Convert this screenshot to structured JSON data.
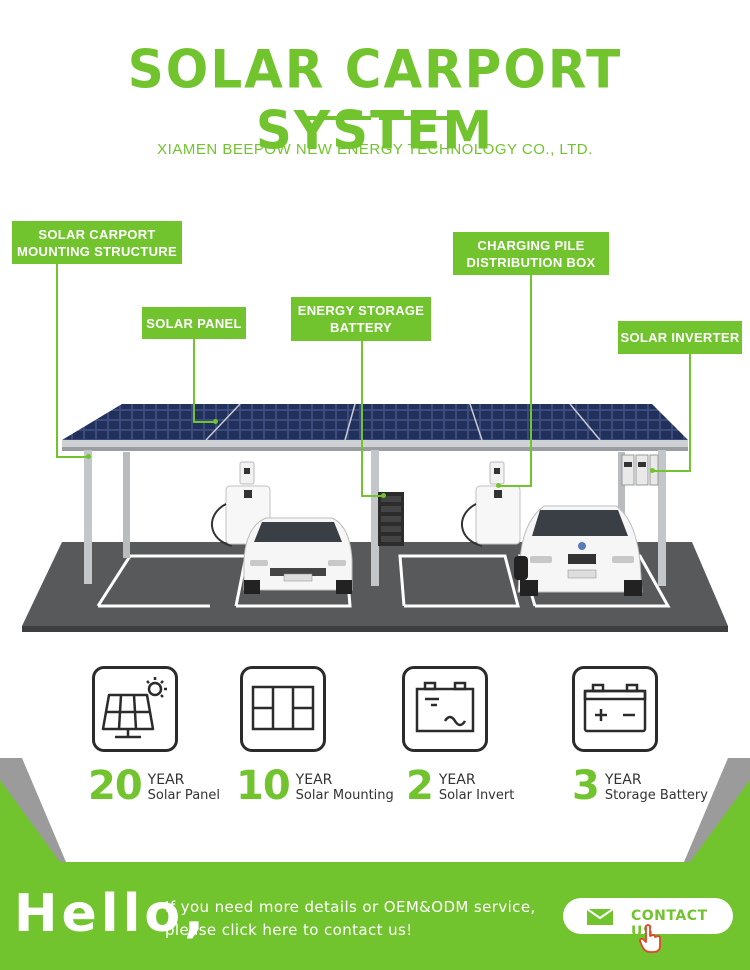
{
  "header": {
    "title": "SOLAR CARPORT SYSTEM",
    "company": "XIAMEN BEEPOW NEW ENERGY TECHNOLOGY CO., LTD."
  },
  "callouts": {
    "mounting": [
      "SOLAR CARPORT",
      "MOUNTING STRUCTURE"
    ],
    "panel": [
      "SOLAR PANEL"
    ],
    "battery": [
      "ENERGY STORAGE",
      "BATTERY"
    ],
    "charging": [
      "CHARGING PILE",
      "DISTRIBUTION BOX"
    ],
    "inverter": [
      "SOLAR INVERTER"
    ]
  },
  "warranties": [
    {
      "number": "20",
      "unit": "YEAR",
      "label": "Solar Panel",
      "icon": "solar-panel-icon"
    },
    {
      "number": "10",
      "unit": "YEAR",
      "label": "Solar Mounting",
      "icon": "mounting-frame-icon"
    },
    {
      "number": "2",
      "unit": "YEAR",
      "label": "Solar Invert",
      "icon": "inverter-icon"
    },
    {
      "number": "3",
      "unit": "YEAR",
      "label": "Storage Battery",
      "icon": "battery-icon"
    }
  ],
  "banner": {
    "hello": "Hello,",
    "line1": "If you need more details or OEM&ODM service,",
    "line2": "please click here to contact us!",
    "contact_label": "CONTACT US",
    "contact_icon": "mail-icon",
    "pointer_icon": "hand-pointer-icon"
  },
  "colors": {
    "accent": "#72c42e",
    "panel": "#24305a",
    "ground": "#58595b",
    "icon_stroke": "#2b2b2b"
  }
}
